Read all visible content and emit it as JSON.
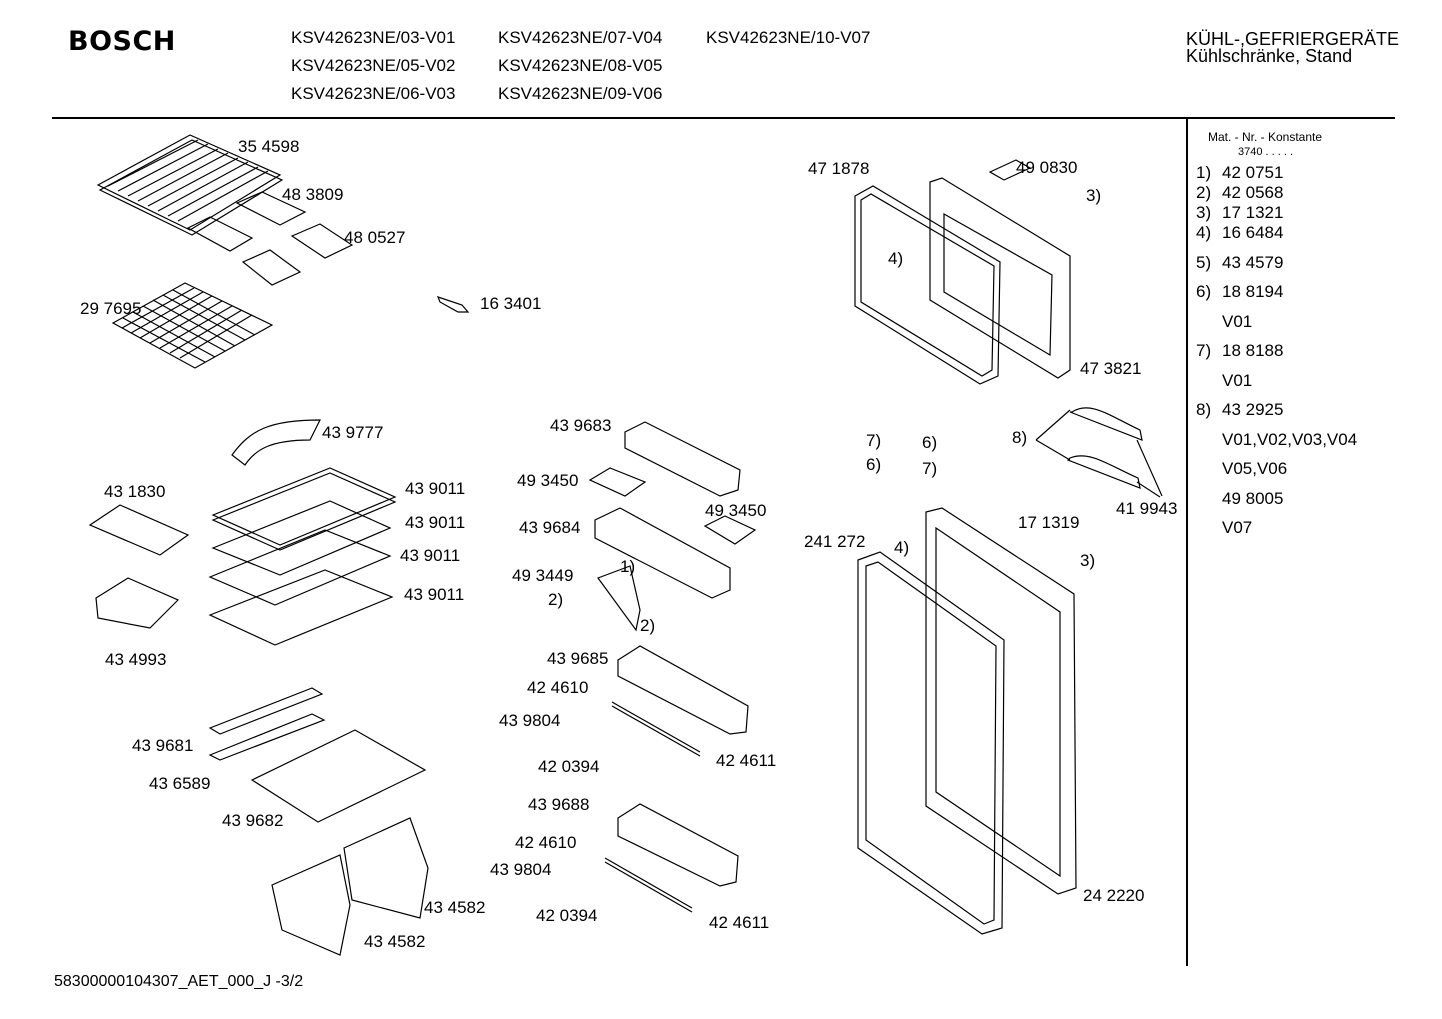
{
  "brand": "BOSCH",
  "models": [
    "KSV42623NE/03-V01",
    "KSV42623NE/07-V04",
    "KSV42623NE/10-V07",
    "KSV42623NE/05-V02",
    "KSV42623NE/08-V05",
    "KSV42623NE/06-V03",
    "KSV42623NE/09-V06"
  ],
  "category": {
    "line1": "KÜHL-,GEFRIERGERÄTE",
    "line2": "Kühlschränke, Stand"
  },
  "legend": {
    "header": "Mat. - Nr. - Konstante",
    "header_value": "3740 . . . . .",
    "items": [
      {
        "key": "1)",
        "value": "42 0751"
      },
      {
        "key": "2)",
        "value": "42 0568"
      },
      {
        "key": "3)",
        "value": "17 1321"
      },
      {
        "key": "4)",
        "value": "16 6484"
      },
      {
        "key": "5)",
        "value": "43 4579"
      },
      {
        "key": "6)",
        "value": "18 8194"
      },
      {
        "key": "",
        "value": "V01"
      },
      {
        "key": "7)",
        "value": "18 8188"
      },
      {
        "key": "",
        "value": "V01"
      },
      {
        "key": "8)",
        "value": "43 2925"
      },
      {
        "key": "",
        "value": "V01,V02,V03,V04"
      },
      {
        "key": "",
        "value": "V05,V06"
      },
      {
        "key": "",
        "value": "49 8005"
      },
      {
        "key": "",
        "value": "V07"
      }
    ]
  },
  "part_labels": [
    "35 4598",
    "48 3809",
    "48 0527",
    "29 7695",
    "16 3401",
    "47 1878",
    "49 0830",
    "3)",
    "4)",
    "47 3821",
    "43 9777",
    "43 1830",
    "43 9011",
    "43 9011",
    "43 9011",
    "43 9011",
    "43 4993",
    "43 9683",
    "49 3450",
    "49 3450",
    "43 9684",
    "49 3449",
    "1)",
    "2)",
    "2)",
    "7)",
    "6)",
    "6)",
    "7)",
    "8)",
    "41 9943",
    "17 1319",
    "241 272",
    "4)",
    "3)",
    "43 9685",
    "42 4610",
    "43 9804",
    "42 4611",
    "42 0394",
    "43 9688",
    "42 4610",
    "43 9804",
    "42 0394",
    "42 4611",
    "43 9681",
    "43 6589",
    "43 9682",
    "43 4582",
    "43 4582",
    "24 2220"
  ],
  "footer": "58300000104307_AET_000_J   -3/2"
}
